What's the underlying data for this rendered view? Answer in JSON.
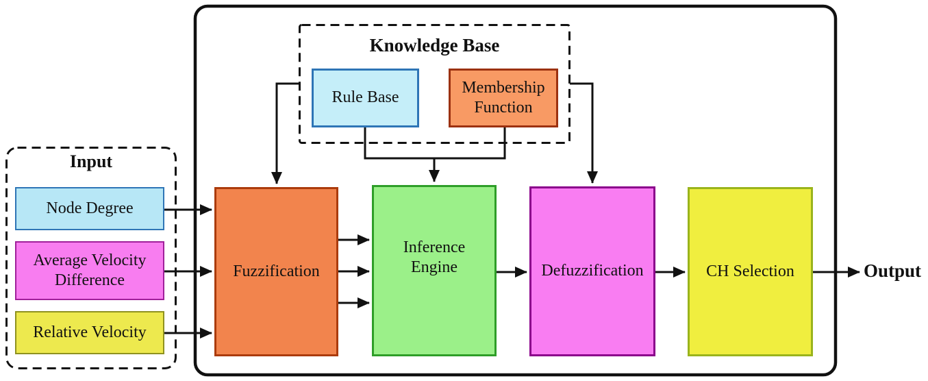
{
  "diagram": {
    "title_semantics": "Fuzzy logic cluster-head selection block diagram",
    "line_color": "#111111",
    "background_color": "#ffffff",
    "input_group": {
      "title": "Input",
      "items": [
        {
          "label": "Node Degree",
          "fill": "#B7E7F6",
          "border": "#2E75B6"
        },
        {
          "label": "Average Velocity Difference",
          "fill": "#F87DF0",
          "border": "#A0209A"
        },
        {
          "label": "Relative Velocity",
          "fill": "#EDE94E",
          "border": "#8F921F"
        }
      ]
    },
    "knowledge_base": {
      "title": "Knowledge Base",
      "items": [
        {
          "label": "Rule Base",
          "fill": "#C5EEF9",
          "border": "#2E75B6"
        },
        {
          "label": "Membership Function",
          "fill": "#F89A64",
          "border": "#9C3110"
        }
      ]
    },
    "process_blocks": [
      {
        "label": "Fuzzification",
        "fill": "#F2844D",
        "border": "#AB3B0B"
      },
      {
        "label": "Inference Engine",
        "fill": "#9BF089",
        "border": "#2E9E28"
      },
      {
        "label": "Defuzzification",
        "fill": "#F97DF2",
        "border": "#8B008B"
      },
      {
        "label": "CH Selection",
        "fill": "#F0EE3F",
        "border": "#9AB41C"
      }
    ],
    "output_label": "Output"
  }
}
